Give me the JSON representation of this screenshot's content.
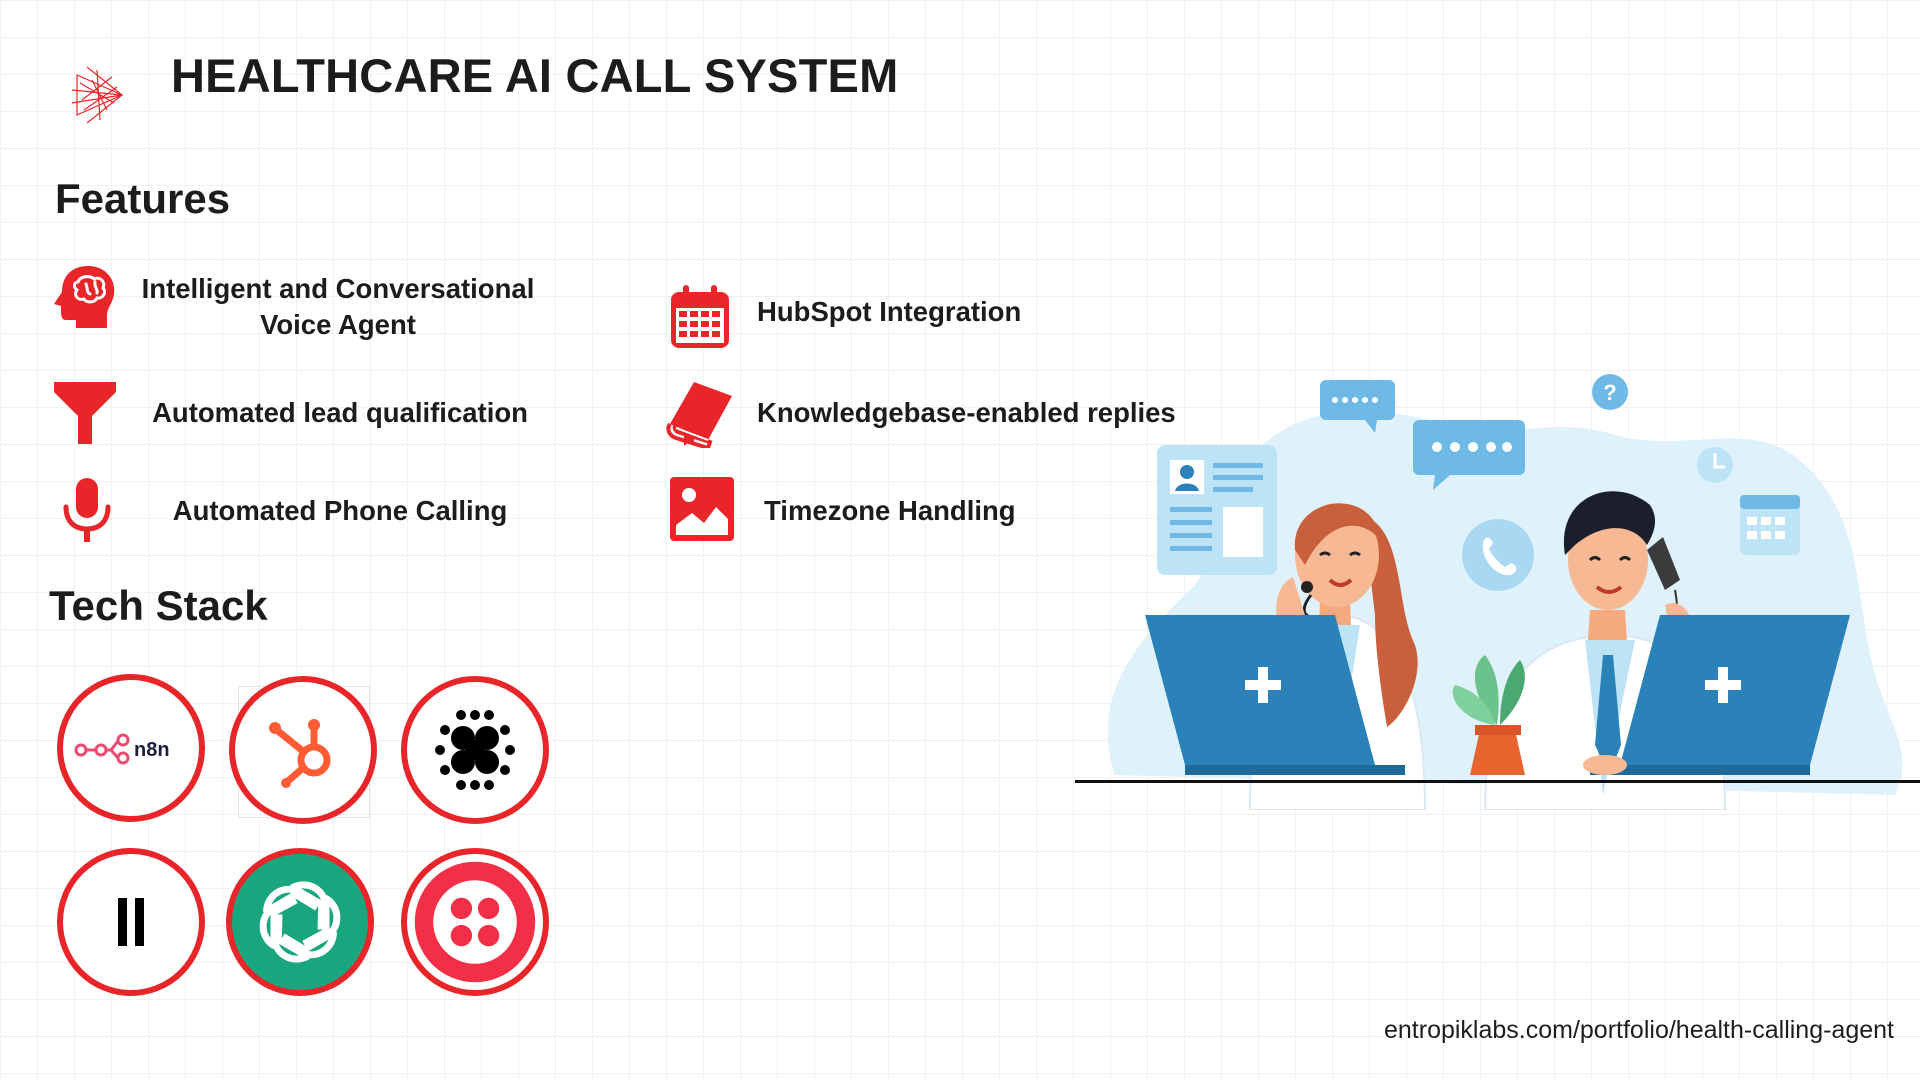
{
  "header": {
    "title": "HEALTHCARE AI CALL SYSTEM",
    "logo_icon": "brand-logo-icon"
  },
  "features": {
    "heading": "Features",
    "left": [
      {
        "label": "Intelligent and Conversational\nVoice Agent",
        "icon": "brain-head-icon"
      },
      {
        "label": "Automated lead qualification",
        "icon": "funnel-icon"
      },
      {
        "label": "Automated Phone Calling",
        "icon": "microphone-icon"
      }
    ],
    "right": [
      {
        "label": "HubSpot Integration",
        "icon": "calendar-icon"
      },
      {
        "label": "Knowledgebase-enabled replies",
        "icon": "book-icon"
      },
      {
        "label": "Timezone Handling",
        "icon": "image-icon"
      }
    ]
  },
  "tech_stack": {
    "heading": "Tech Stack",
    "logos": [
      {
        "name": "n8n",
        "icon": "n8n-logo-icon",
        "text": "n8n"
      },
      {
        "name": "HubSpot",
        "icon": "hubspot-logo-icon"
      },
      {
        "name": "Perplexity",
        "icon": "dot-cluster-logo-icon"
      },
      {
        "name": "ElevenLabs",
        "icon": "elevenlabs-logo-icon"
      },
      {
        "name": "OpenAI",
        "icon": "openai-logo-icon"
      },
      {
        "name": "Twilio",
        "icon": "twilio-logo-icon"
      }
    ]
  },
  "colors": {
    "accent": "#e8262a",
    "openai_green": "#19a67e",
    "illustration_blue": "#2b82b8",
    "background": "#ffffff"
  },
  "footer": {
    "url": "entropiklabs.com/portfolio/health-calling-agent"
  }
}
